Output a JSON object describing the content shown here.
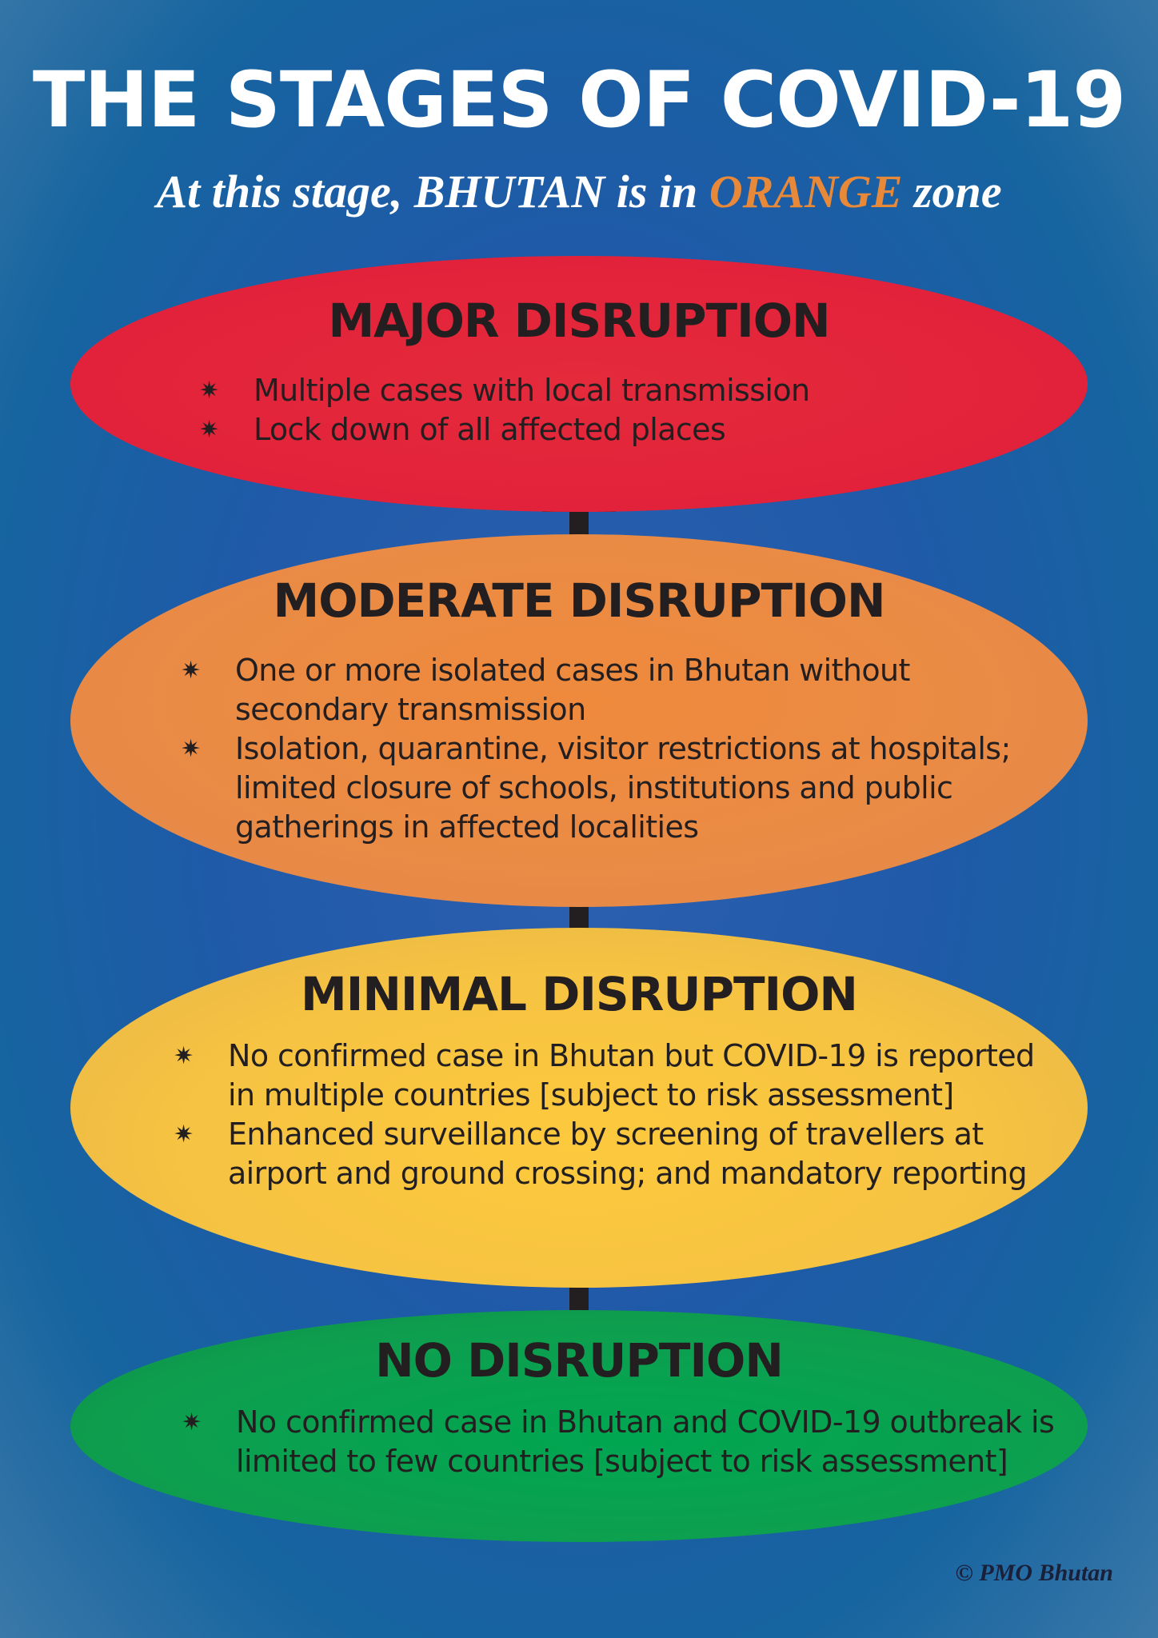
{
  "header": {
    "title": "THE STAGES OF COVID-19",
    "subtitle_before": "At this stage, BHUTAN is in ",
    "subtitle_highlight": "ORANGE",
    "subtitle_after": " zone"
  },
  "colors": {
    "background": "#1f5aa8",
    "major": "#e2223a",
    "moderate": "#ea8b45",
    "minimal": "#f6c342",
    "none": "#0d9f4f",
    "highlight": "#e8893a",
    "arrow": "#231f20"
  },
  "stages": [
    {
      "title": "MAJOR DISRUPTION",
      "bullets": [
        "Multiple cases with local transmission",
        "Lock down of all affected places"
      ]
    },
    {
      "title": "MODERATE DISRUPTION",
      "bullets": [
        "One or more isolated cases in Bhutan without\nsecondary transmission",
        "Isolation, quarantine, visitor restrictions at hospitals;\nlimited closure of schools, institutions and public\ngatherings in affected localities"
      ]
    },
    {
      "title": "MINIMAL DISRUPTION",
      "bullets": [
        "No confirmed case in Bhutan but COVID-19 is reported\n in multiple countries [subject to risk assessment]",
        "Enhanced surveillance by screening of travellers at\nairport and ground crossing; and mandatory reporting"
      ]
    },
    {
      "title": "NO DISRUPTION",
      "bullets": [
        "No confirmed case in Bhutan and COVID-19 outbreak is\nlimited to few countries [subject to risk assessment]"
      ]
    }
  ],
  "bullet_icon": "six-point-star-icon",
  "credit": "© PMO Bhutan"
}
